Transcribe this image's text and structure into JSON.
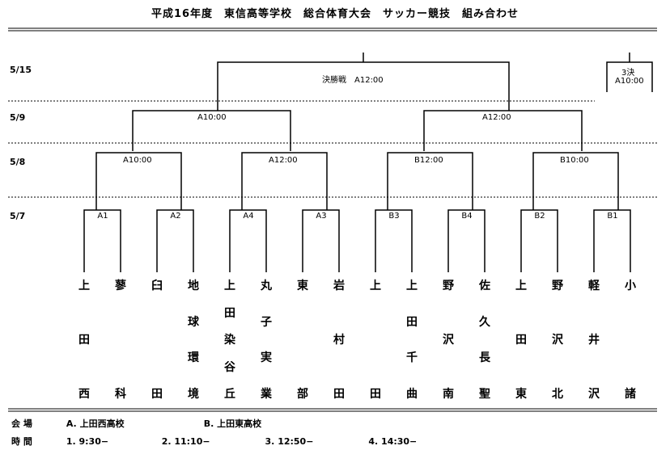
{
  "title": "平成16年度　東信高等学校　総合体育大会　サッカー競技　組み合わせ",
  "dates": [
    "5/15",
    "5/9",
    "5/8",
    "5/7"
  ],
  "final": {
    "label": "決勝戦　A12:00"
  },
  "third_place": {
    "line1": "3決",
    "line2": "A10:00"
  },
  "semis": [
    "A10:00",
    "A12:00"
  ],
  "quarters": [
    "A10:00",
    "A12:00",
    "B12:00",
    "B10:00"
  ],
  "first_round": [
    "A1",
    "A2",
    "A4",
    "A3",
    "B3",
    "B4",
    "B2",
    "B1"
  ],
  "teams": [
    {
      "chars": [
        "上",
        "田",
        "西"
      ]
    },
    {
      "chars": [
        "蓼",
        "科"
      ]
    },
    {
      "chars": [
        "臼",
        "田"
      ]
    },
    {
      "chars": [
        "地",
        "球",
        "環",
        "境"
      ]
    },
    {
      "chars": [
        "上",
        "田",
        "染",
        "谷",
        "丘"
      ]
    },
    {
      "chars": [
        "丸",
        "子",
        "実",
        "業"
      ]
    },
    {
      "chars": [
        "東",
        "部"
      ]
    },
    {
      "chars": [
        "岩",
        "村",
        "田"
      ]
    },
    {
      "chars": [
        "上",
        "田"
      ]
    },
    {
      "chars": [
        "上",
        "田",
        "千",
        "曲"
      ]
    },
    {
      "chars": [
        "野",
        "沢",
        "南"
      ]
    },
    {
      "chars": [
        "佐",
        "久",
        "長",
        "聖"
      ]
    },
    {
      "chars": [
        "上",
        "田",
        "東"
      ]
    },
    {
      "chars": [
        "野",
        "沢",
        "北"
      ]
    },
    {
      "chars": [
        "軽",
        "井",
        "沢"
      ]
    },
    {
      "chars": [
        "小",
        "諸"
      ]
    }
  ],
  "footer": {
    "venue_label": "会 場",
    "venue_a": "A. 上田西高校",
    "venue_b": "B. 上田東高校",
    "time_label": "時 間",
    "times": [
      "1. 9:30−",
      "2. 11:10−",
      "3. 12:50−",
      "4. 14:30−"
    ]
  }
}
